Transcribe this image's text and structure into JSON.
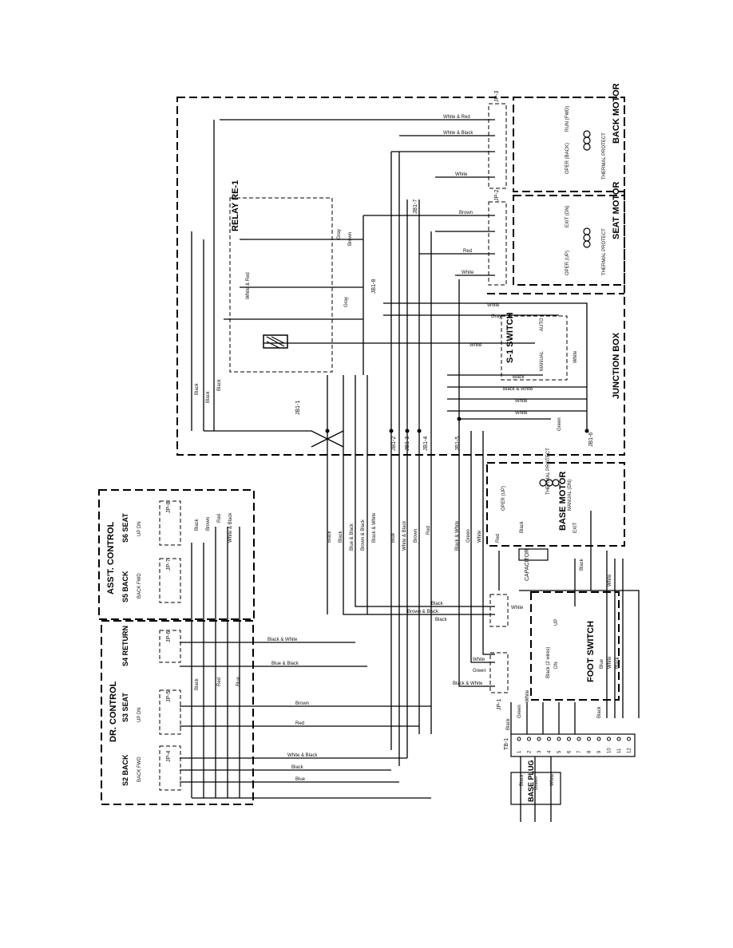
{
  "title": "",
  "modules": {
    "relay": "RELAY RE-1",
    "back_motor": "BACK MOTOR",
    "seat_motor": "SEAT MOTOR",
    "base_motor": "BASE MOTOR",
    "junction_box": "JUNCTION BOX",
    "switch_s1": "S-1 SWITCH",
    "dr_control": "DR. CONTROL",
    "asst_control": "ASS'T. CONTROL",
    "foot_switch": "FOOT SWITCH",
    "capacitor": "CAPACITOR",
    "base_plug": "BASE PLUG",
    "s1_manual": "MANUAL",
    "s1_auto": "AUTO"
  },
  "switches": {
    "s2": "S2 BACK",
    "s3": "S3 SEAT",
    "s4": "S4 RETURN",
    "s5": "S5 BACK",
    "s6": "S6 SEAT"
  },
  "switch_positions": {
    "back_fwd": "BACK FWD",
    "up_dn": "UP DN",
    "oper_back": "OPER (BACK)",
    "run_fwd": "RUN (FWD)",
    "exit_dn": "EXIT (DN)",
    "oper_up": "OPER (UP)",
    "manual_dn": "MANUAL (DN)",
    "thermal_protect": "THERMAL PROTECT",
    "up": "UP",
    "dn": "DN",
    "exit": "EXIT"
  },
  "connectors": {
    "jp1": "JP-1",
    "jp2": "JP-2",
    "jp3": "JP-3",
    "jp4": "JP-4",
    "jp5": "JP-5",
    "jp6": "JP-6",
    "jp7": "JP-7",
    "jp8": "JP-8",
    "jb1_1": "JB1-1",
    "jb1_2": "JB1-2",
    "jb1_3": "JB1-3",
    "jb1_4": "JB1-4",
    "jb1_5": "JB1-5",
    "jb1_6": "JB1-6",
    "jb1_7": "JB1-7",
    "jb1_8": "JB1-8",
    "tb1": "TB-1"
  },
  "wires": {
    "white_red": "White & Red",
    "white_black": "White & Black",
    "black": "Black",
    "white": "White",
    "blue": "Blue",
    "brown": "Brown",
    "red": "Red",
    "gray": "Gray",
    "green": "Green",
    "black_white": "Black & White",
    "blue_black": "Blue & Black",
    "brown_black": "Brown & Black",
    "brown_and_black": "Brown & Black",
    "black_2wires": "Black (2 wires)"
  },
  "terminal_numbers": [
    "1",
    "2",
    "3",
    "4",
    "5",
    "6",
    "7",
    "8",
    "9",
    "10",
    "11",
    "12"
  ]
}
